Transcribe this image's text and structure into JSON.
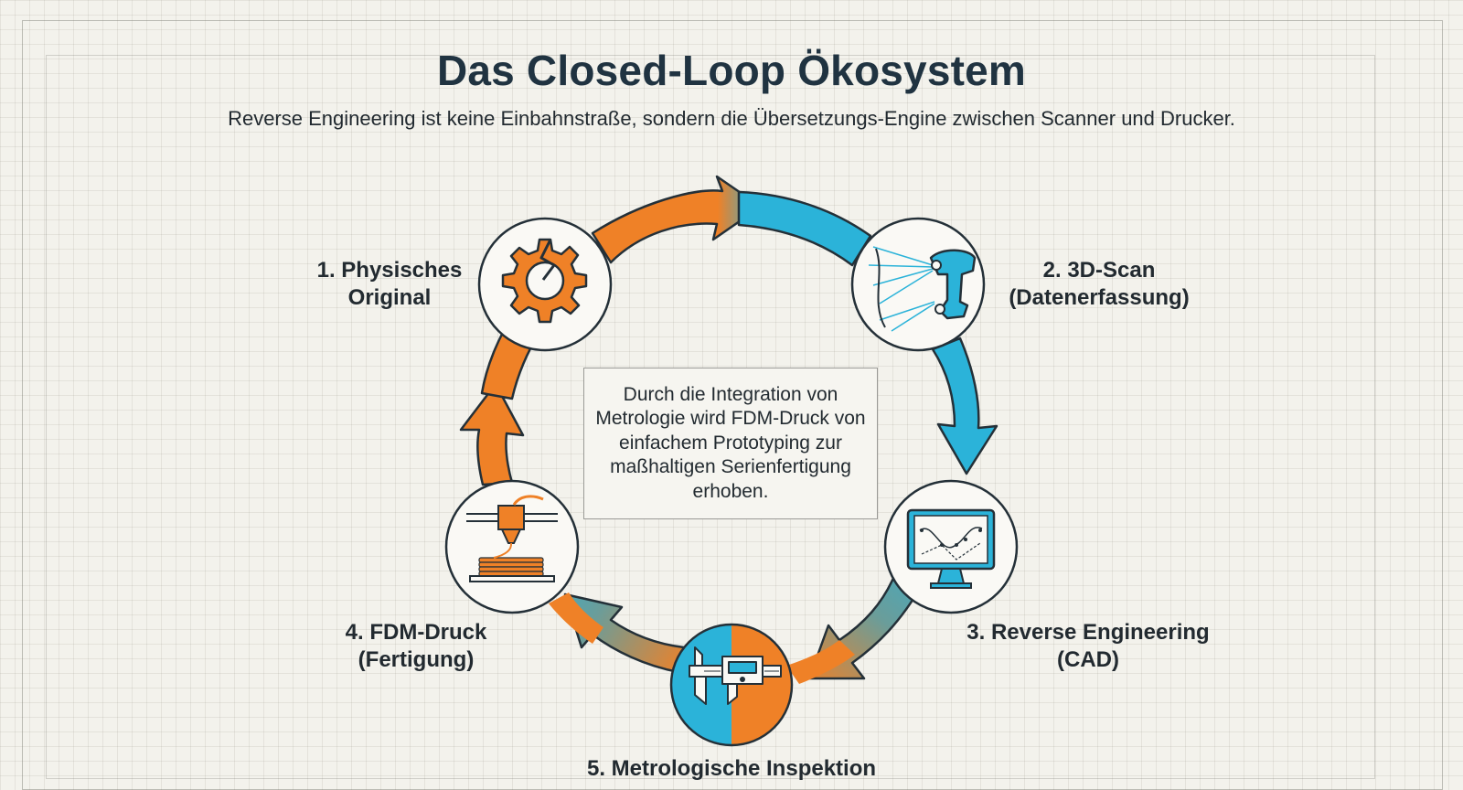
{
  "title": "Das Closed-Loop Ökosystem",
  "subtitle": "Reverse Engineering ist keine Einbahnstraße, sondern die Übersetzungs-Engine zwischen Scanner und Drucker.",
  "steps": [
    {
      "line1": "1. Physisches",
      "line2": "Original",
      "icon": "broken-gear-icon"
    },
    {
      "line1": "2. 3D-Scan",
      "line2": "(Datenerfassung)",
      "icon": "handheld-scanner-icon"
    },
    {
      "line1": "3. Reverse Engineering",
      "line2": "(CAD)",
      "icon": "cad-monitor-icon"
    },
    {
      "line1": "4. FDM-Druck",
      "line2": "(Fertigung)",
      "icon": "fdm-printer-icon"
    },
    {
      "line1": "5. Metrologische Inspektion",
      "line2": "",
      "icon": "caliper-icon"
    }
  ],
  "center_text": "Durch die Integration von Metrologie wird FDM-Druck von einfachem Prototyping zur maßhaltigen Serienfertigung erhoben.",
  "colors": {
    "orange": "#ef8127",
    "blue": "#2bb3d9",
    "title": "#203341",
    "text": "#222a30"
  }
}
